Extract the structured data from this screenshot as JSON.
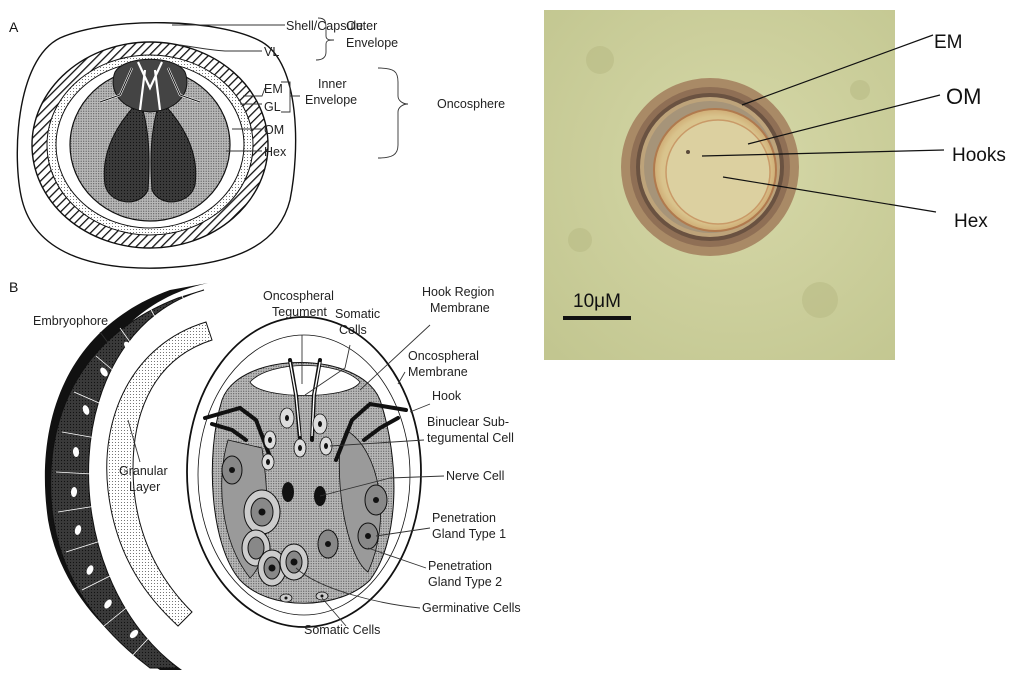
{
  "panel_a": {
    "letter": "A",
    "labels": {
      "shell": "Shell/Capsule",
      "vl": "VL",
      "em": "EM",
      "gl": "GL",
      "om": "OM",
      "hex": "Hex",
      "outer_envelope_1": "Outer",
      "outer_envelope_2": "Envelope",
      "inner_envelope_1": "Inner",
      "inner_envelope_2": "Envelope",
      "oncosphere": "Oncosphere"
    }
  },
  "panel_b": {
    "letter": "B",
    "labels": {
      "embryophore": "Embryophore",
      "granular_1": "Granular",
      "granular_2": "Layer",
      "oncospheral_tegument_1": "Oncospheral",
      "oncospheral_tegument_2": "Tegument",
      "somatic_top_1": "Somatic",
      "somatic_top_2": "Cells",
      "hook_region_1": "Hook Region",
      "hook_region_2": "Membrane",
      "oncospheral_membrane_1": "Oncospheral",
      "oncospheral_membrane_2": "Membrane",
      "hook": "Hook",
      "binuclear_1": "Binuclear Sub-",
      "binuclear_2": "tegumental Cell",
      "nerve_cell": "Nerve Cell",
      "pen_gland_1_a": "Penetration",
      "pen_gland_1_b": "Gland Type 1",
      "pen_gland_2_a": "Penetration",
      "pen_gland_2_b": "Gland Type 2",
      "germinative": "Germinative Cells",
      "somatic_bottom": "Somatic Cells"
    }
  },
  "photo": {
    "labels": {
      "em": "EM",
      "om": "OM",
      "hooks": "Hooks",
      "hex": "Hex"
    },
    "scale_bar": "10μM"
  }
}
